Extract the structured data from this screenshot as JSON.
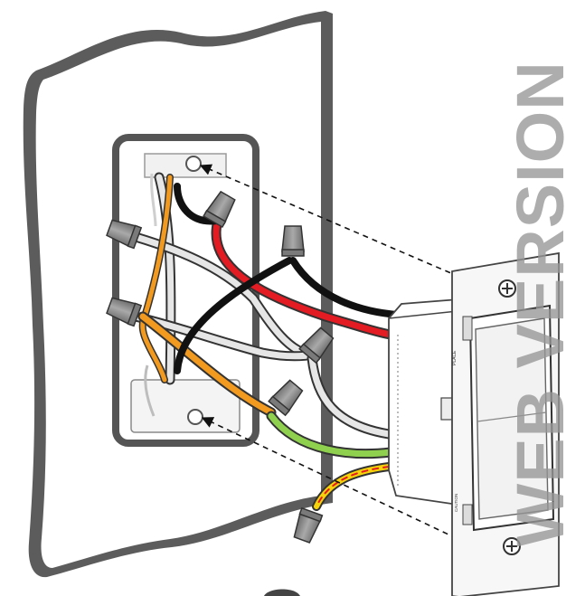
{
  "watermark": {
    "text": "WEB VERSION"
  },
  "device": {
    "side_label": "PLACE",
    "bottom_label": "CAUTION"
  },
  "colors": {
    "wall": "#ffffff",
    "wall_edge": "#6b6b6b",
    "box_border": "#555555",
    "wire_hot_black": "#1a1a1a",
    "wire_line_red": "#e31b23",
    "wire_neutral_white": "#e6e6e6",
    "wire_traveler_orange": "#f29a1f",
    "wire_ground_green": "#8fd14f",
    "wire_yellow": "#f5d20a",
    "connector_gray": "#8a8a8a",
    "watermark": "#969696"
  },
  "icons": [
    "wall-plate",
    "electrical-box",
    "wire-nut",
    "screw",
    "smart-switch",
    "dashed-alignment-arrow"
  ]
}
